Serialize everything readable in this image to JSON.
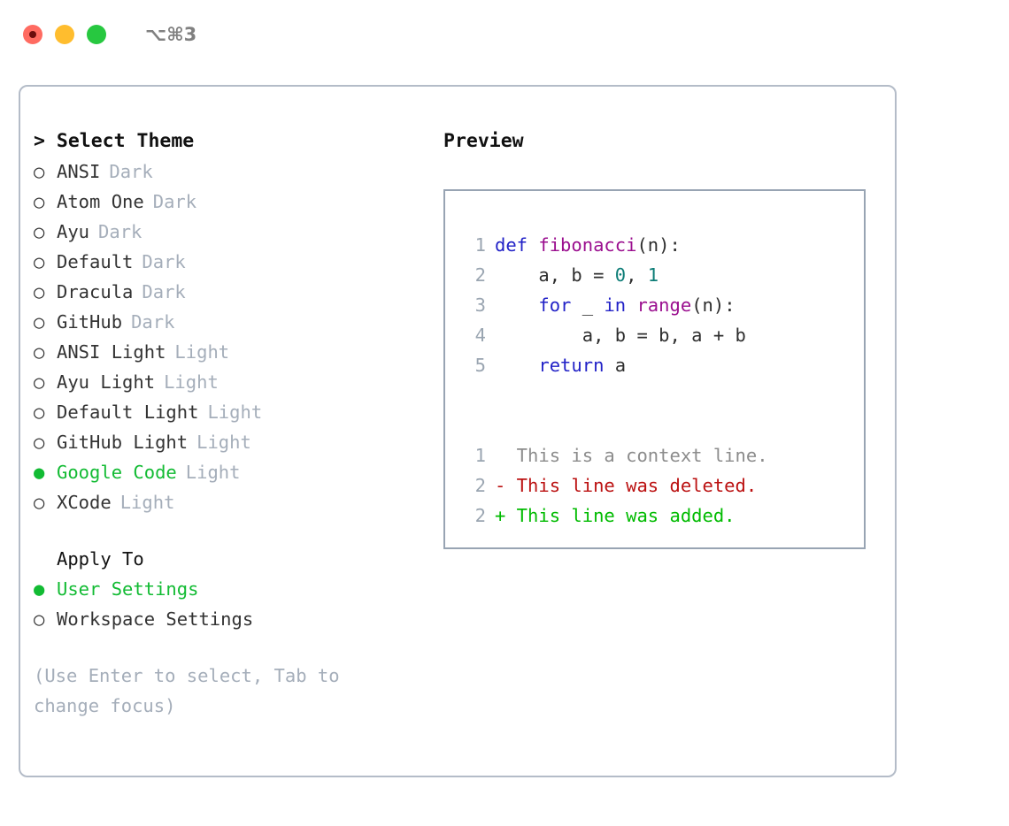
{
  "titlebar": {
    "shortcut": "⌥⌘3",
    "buttons": [
      {
        "name": "close",
        "color": "#ff6b61"
      },
      {
        "name": "minimize",
        "color": "#ffbd2e"
      },
      {
        "name": "maximize",
        "color": "#27c840"
      }
    ]
  },
  "theme_picker": {
    "header": "> Select Theme",
    "options": [
      {
        "marker": "○",
        "name": "ANSI",
        "category": "Dark",
        "selected": false
      },
      {
        "marker": "○",
        "name": "Atom One",
        "category": "Dark",
        "selected": false
      },
      {
        "marker": "○",
        "name": "Ayu",
        "category": "Dark",
        "selected": false
      },
      {
        "marker": "○",
        "name": "Default",
        "category": "Dark",
        "selected": false
      },
      {
        "marker": "○",
        "name": "Dracula",
        "category": "Dark",
        "selected": false
      },
      {
        "marker": "○",
        "name": "GitHub",
        "category": "Dark",
        "selected": false
      },
      {
        "marker": "○",
        "name": "ANSI Light",
        "category": "Light",
        "selected": false
      },
      {
        "marker": "○",
        "name": "Ayu Light",
        "category": "Light",
        "selected": false
      },
      {
        "marker": "○",
        "name": "Default Light",
        "category": "Light",
        "selected": false
      },
      {
        "marker": "○",
        "name": "GitHub Light",
        "category": "Light",
        "selected": false
      },
      {
        "marker": "●",
        "name": "Google Code",
        "category": "Light",
        "selected": true
      },
      {
        "marker": "○",
        "name": "XCode",
        "category": "Light",
        "selected": false
      }
    ]
  },
  "apply_to": {
    "header": "Apply To",
    "options": [
      {
        "marker": "●",
        "name": "User Settings",
        "selected": true
      },
      {
        "marker": "○",
        "name": "Workspace Settings",
        "selected": false
      }
    ]
  },
  "hint": "(Use Enter to select, Tab to change focus)",
  "preview": {
    "title": "Preview",
    "code_lines": [
      {
        "no": "1",
        "tokens": [
          {
            "t": "def",
            "c": "kw"
          },
          {
            "t": " ",
            "c": "code-text"
          },
          {
            "t": "fibonacci",
            "c": "fn"
          },
          {
            "t": "(n):",
            "c": "punc"
          }
        ]
      },
      {
        "no": "2",
        "tokens": [
          {
            "t": "    a, b = ",
            "c": "code-text"
          },
          {
            "t": "0",
            "c": "num"
          },
          {
            "t": ", ",
            "c": "code-text"
          },
          {
            "t": "1",
            "c": "num"
          }
        ]
      },
      {
        "no": "3",
        "tokens": [
          {
            "t": "    ",
            "c": "code-text"
          },
          {
            "t": "for",
            "c": "kw"
          },
          {
            "t": " _ ",
            "c": "code-text"
          },
          {
            "t": "in",
            "c": "kw"
          },
          {
            "t": " ",
            "c": "code-text"
          },
          {
            "t": "range",
            "c": "fn"
          },
          {
            "t": "(n):",
            "c": "punc"
          }
        ]
      },
      {
        "no": "4",
        "tokens": [
          {
            "t": "        a, b = b, a + b",
            "c": "code-text"
          }
        ]
      },
      {
        "no": "5",
        "tokens": [
          {
            "t": "    ",
            "c": "code-text"
          },
          {
            "t": "return",
            "c": "kw"
          },
          {
            "t": " a",
            "c": "code-text"
          }
        ]
      }
    ],
    "diff_lines": [
      {
        "no": "1",
        "text": "  This is a context line.",
        "kind": "d-ctx"
      },
      {
        "no": "2",
        "text": "- This line was deleted.",
        "kind": "d-del"
      },
      {
        "no": "2",
        "text": "+ This line was added.",
        "kind": "d-add"
      }
    ]
  },
  "colors": {
    "accent_selected": "#12bb33",
    "muted": "#a5aeba",
    "keyword": "#2222c7",
    "function": "#9b0f8f",
    "number": "#0d7d77",
    "diff_added": "#00bb00",
    "diff_deleted": "#bb1111",
    "diff_context": "#8c8c8c",
    "panel_border": "#98a4b3",
    "window_border": "#b4bcc8"
  }
}
